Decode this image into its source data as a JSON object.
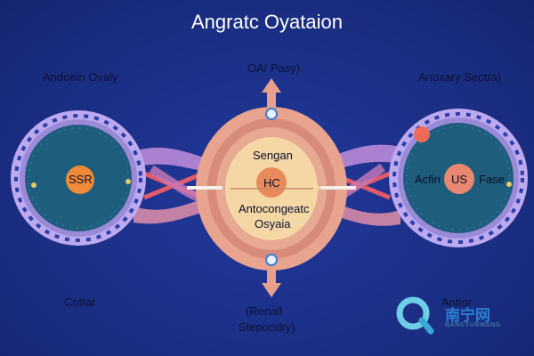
{
  "title": "Angratc Oyataion",
  "labels": {
    "top_left": "Andoein Ovaly",
    "top_center": "OA/ Pasy)",
    "top_right": "Anoxary Sectra)",
    "bottom_left": "Cottar",
    "bottom_center_line1": "(Renall",
    "bottom_center_line2": "Stepondry)",
    "bottom_right": "Antior"
  },
  "left_cell": {
    "nucleus": "SSR"
  },
  "center_cell": {
    "top": "Sengan",
    "nucleus": "HC",
    "line1": "Antocongeatc",
    "line2": "Osyaia"
  },
  "right_cell": {
    "left": "Acfin",
    "nucleus": "US",
    "right": "Fase"
  },
  "watermark": {
    "brand": "南宁网",
    "sub": "NANGYUNWANG"
  },
  "colors": {
    "background": "#1b2f86",
    "cell_membrane": "#b8a8e8",
    "cell_core": "#1d5f7a",
    "center_outer": "#e7a58f",
    "center_inner": "#f6d9a8",
    "nucleus": "#e98a5a"
  }
}
